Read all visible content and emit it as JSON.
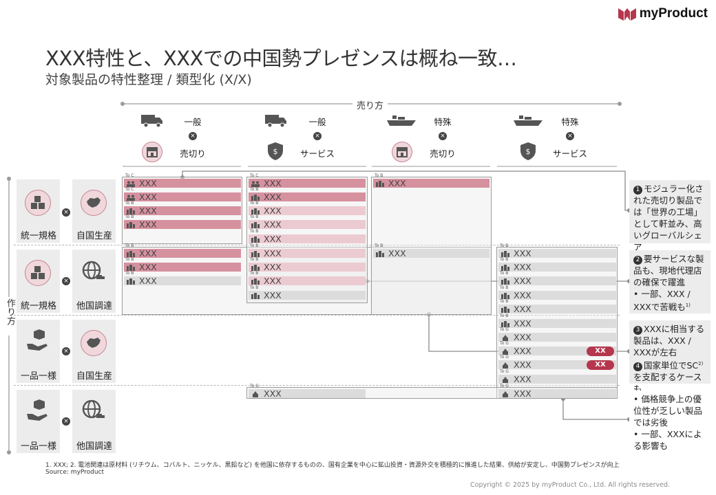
{
  "brand": {
    "name": "myProduct"
  },
  "title": "XXX特性と、XXXでの中国勢プレゼンスは概ね一致…",
  "subtitle": "対象製品の特性整理 / 類型化 (X/X)",
  "axes": {
    "sell": "売り方",
    "make": "作り方"
  },
  "columns": [
    {
      "top": "一般",
      "bottom": "売切り"
    },
    {
      "top": "一般",
      "bottom": "サービス"
    },
    {
      "top": "特殊",
      "bottom": "売切り"
    },
    {
      "top": "特殊",
      "bottom": "サービス"
    }
  ],
  "rows": [
    {
      "left": "統一規格",
      "right": "自国生産"
    },
    {
      "left": "統一規格",
      "right": "他国調達"
    },
    {
      "left": "一品一様",
      "right": "自国生産"
    },
    {
      "left": "一品一様",
      "right": "他国調達"
    }
  ],
  "bar_label": "XXX",
  "tags": {
    "toc": "To C",
    "tob": "To B",
    "tog": "To G"
  },
  "pill_label": "XX",
  "notes": {
    "n1": {
      "num": "1",
      "text": "モジュラー化された売切り製品では「世界の工場」として軒並み、高いグローバルシェア"
    },
    "n2": {
      "num": "2",
      "text": "要サービスな製品も、現地代理店の確保で躍進",
      "bullet": "一部、XXX / XXXで苦戦も",
      "sup": "1)"
    },
    "n3": {
      "num": "3",
      "text": "XXXに相当する製品は、XXX / XXXが左右"
    },
    "n4": {
      "num": "4",
      "text_a": "国家単位でSC",
      "sup": "2)",
      "text_b": "を支配するケースも"
    },
    "n5": {
      "b1": "価格競争上の優位性が乏しい製品では劣後",
      "b2": "一部、XXXによる影響も"
    }
  },
  "footnote": "1. XXX; 2. 電池関連は原材料 (リチウム、コバルト、ニッケル、黒鉛など) を他国に依存するものの、国有企業を中心に鉱山投資・資源外交を積極的に推進した結果、供給が安定し、中国勢プレゼンスが向上",
  "source": "Source: myProduct",
  "copyright": "Copyright © 2025 by myProduct Co., Ltd.  All rights reserved.",
  "colors": {
    "dark_pink": "#d6919f",
    "light_pink": "#eccad1",
    "grey": "#dcdcdc",
    "accent": "#b5364d"
  }
}
